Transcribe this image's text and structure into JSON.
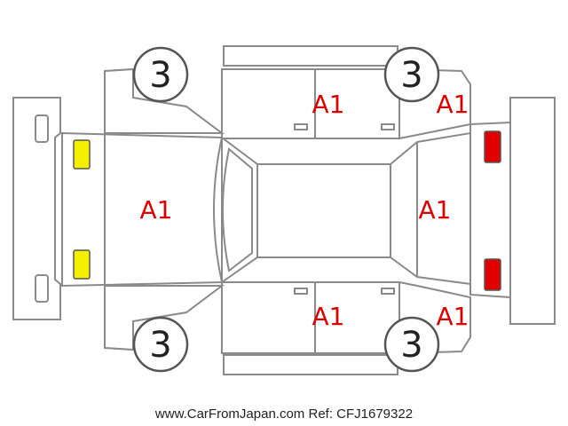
{
  "wheels": {
    "front_left": "3",
    "front_right": "3",
    "rear_left": "3",
    "rear_right": "3"
  },
  "damage_codes": {
    "hood": "A1",
    "roof_top_door": "A1",
    "top_rear_quarter": "A1",
    "rear_glass": "A1",
    "bottom_door": "A1",
    "bottom_rear_quarter": "A1"
  },
  "lamp_colors": {
    "front": "#f5f000",
    "rear": "#e00000"
  },
  "footer": {
    "website": "www.CarFromJapan.com",
    "reference": "Ref: CFJ1679322"
  }
}
